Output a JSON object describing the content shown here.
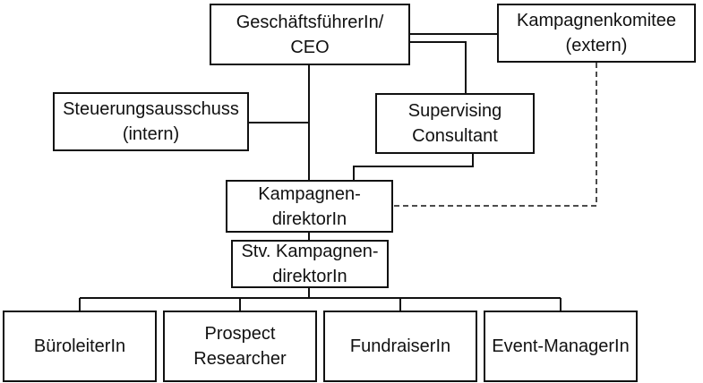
{
  "boxes": {
    "ceo": {
      "line1": "GeschäftsführerIn/",
      "line2": "CEO"
    },
    "komitee": {
      "line1": "Kampagnenkomitee",
      "line2": "(extern)"
    },
    "steuer": {
      "line1": "Steuerungsausschuss",
      "line2": "(intern)"
    },
    "supervising": {
      "line1": "Supervising",
      "line2": "Consultant"
    },
    "kampagnendirektor": {
      "line1": "Kampagnen-",
      "line2": "direktorIn"
    },
    "stv": {
      "line1": "Stv. Kampagnen-",
      "line2": "direktorIn"
    },
    "bueroleiter": {
      "line1": "BüroleiterIn"
    },
    "prospect": {
      "line1": "Prospect",
      "line2": "Researcher"
    },
    "fundraiser": {
      "line1": "FundraiserIn"
    },
    "event": {
      "line1": "Event-ManagerIn"
    }
  },
  "colors": {
    "line": "#111111",
    "box_bg": "#ffffff"
  }
}
